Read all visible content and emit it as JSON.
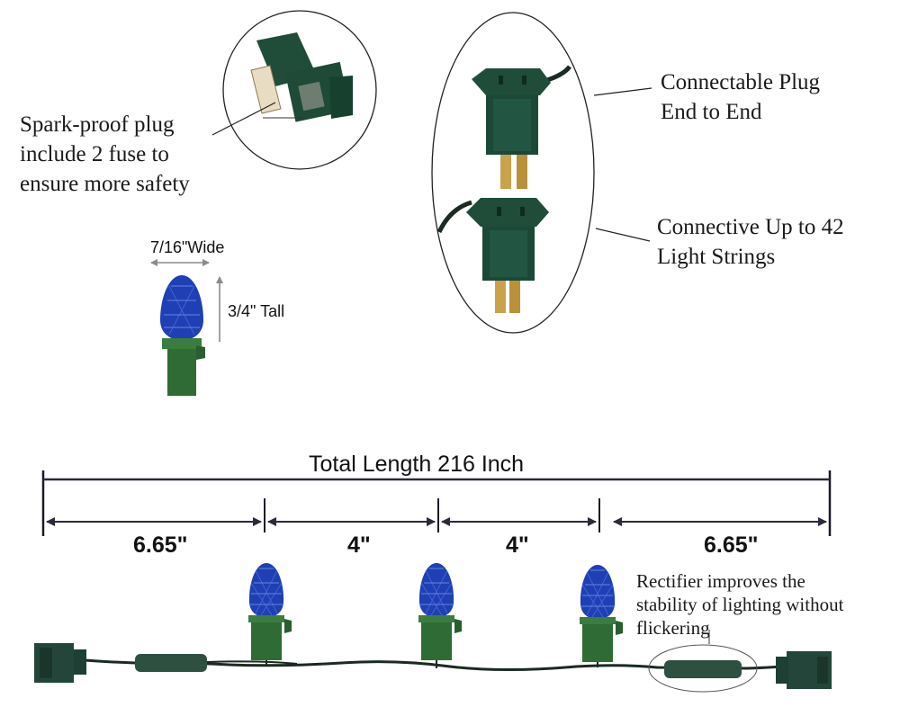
{
  "callouts": {
    "spark_proof": [
      "Spark-proof plug",
      "include 2 fuse to",
      "ensure more safety"
    ],
    "connectable": [
      "Connectable Plug",
      "End to End"
    ],
    "connective": [
      "Connective Up to 42",
      "Light Strings"
    ],
    "rectifier": [
      "Rectifier improves the",
      "stability of lighting without",
      "flickering"
    ]
  },
  "bulb_dimensions": {
    "width_label": "7/16\"Wide",
    "height_label": "3/4\" Tall"
  },
  "length_diagram": {
    "total_label": "Total Length 216 Inch",
    "segments": [
      "6.65\"",
      "4\"",
      "4\"",
      "6.65\""
    ]
  },
  "colors": {
    "bulb_blue": "#1f3fb5",
    "socket_green": "#2f6b34",
    "plug_green": "#1f4d3a",
    "prong_gold": "#c9a24a",
    "line_dark": "#1a1a2a"
  }
}
